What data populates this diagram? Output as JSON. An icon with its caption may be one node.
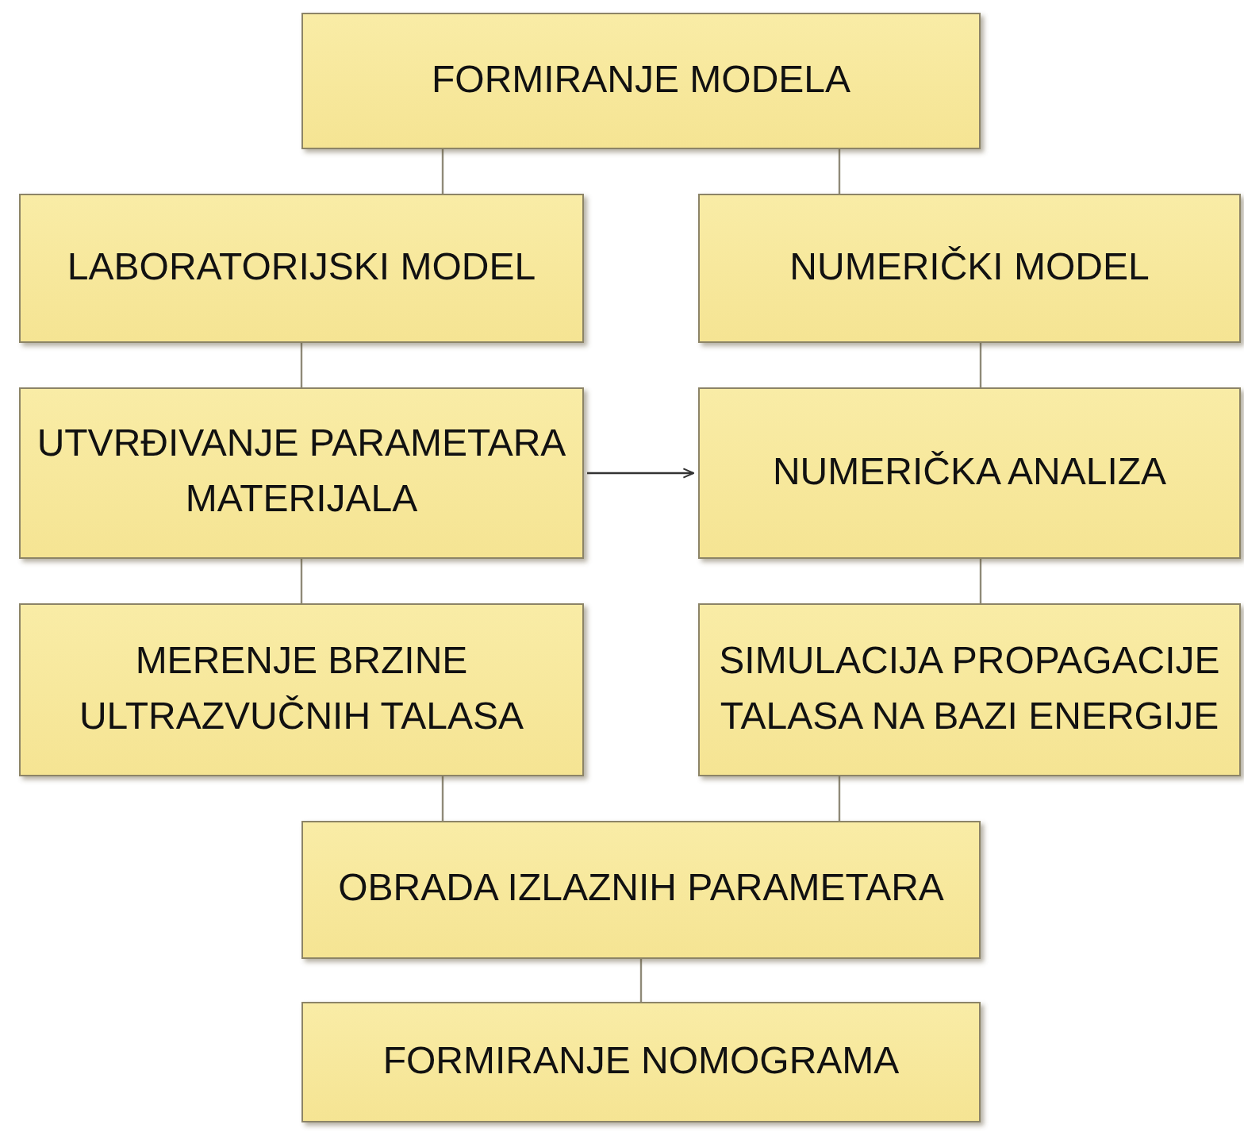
{
  "diagram": {
    "nodes": [
      {
        "text": [
          "FORMIRANJE MODELA"
        ]
      },
      {
        "text": [
          "LABORATORIJSKI MODEL"
        ]
      },
      {
        "text": [
          "NUMERIČKI MODEL"
        ]
      },
      {
        "text": [
          "UTVRĐIVANJE PARAMETARA MATERIJALA"
        ]
      },
      {
        "text": [
          "NUMERIČKA ANALIZA"
        ]
      },
      {
        "text": [
          "MERENJE BRZINE ULTRAZVUČNIH TALASA"
        ]
      },
      {
        "text": [
          "SIMULACIJA PROPAGACIJE TALASA NA BAZI ENERGIJE"
        ]
      },
      {
        "text": [
          "OBRADA IZLAZNIH PARAMETARA"
        ]
      },
      {
        "text": [
          "FORMIRANJE NOMOGRAMA"
        ]
      }
    ],
    "edges": [
      {
        "from": 0,
        "to": 1,
        "arrow": "none"
      },
      {
        "from": 0,
        "to": 2,
        "arrow": "none"
      },
      {
        "from": 1,
        "to": 3,
        "arrow": "none"
      },
      {
        "from": 2,
        "to": 4,
        "arrow": "none"
      },
      {
        "from": 3,
        "to": 4,
        "arrow": "to",
        "color": "#333333"
      },
      {
        "from": 3,
        "to": 5,
        "arrow": "none"
      },
      {
        "from": 4,
        "to": 6,
        "arrow": "none"
      },
      {
        "from": 5,
        "to": 7,
        "arrow": "none"
      },
      {
        "from": 6,
        "to": 7,
        "arrow": "none"
      },
      {
        "from": 7,
        "to": 8,
        "arrow": "none"
      }
    ]
  }
}
